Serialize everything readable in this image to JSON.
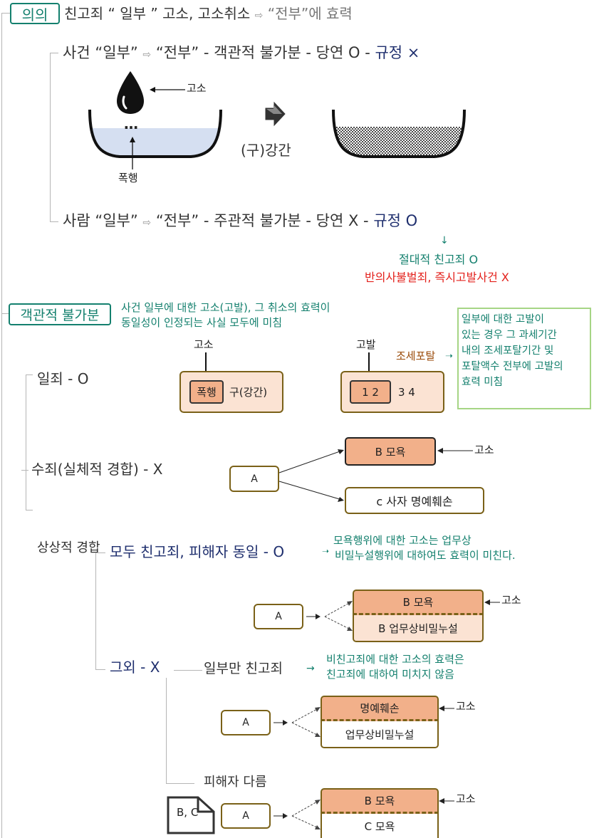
{
  "header": {
    "tag": "의의",
    "title_part1": "친고죄 “ 일부 ” 고소, 고소취소",
    "title_part2": "“전부”에 효력"
  },
  "section1": {
    "case_line_part1": "사건 “일부”",
    "case_line_part2": "“전부” - 객관적 불가분 - 당연 O -",
    "case_line_rule": "규정 ×",
    "drop_label": "고소",
    "dots": "…",
    "violence_label": "폭행",
    "robbery_label": "(구)강간",
    "person_line_part1": "사람 “일부”",
    "person_line_part2": "“전부” - 주관적 불가분 - 당연 X -",
    "person_line_rule": "규정 O",
    "absolute_note": "절대적 친고죄 O",
    "exception_note": "반의사불벌죄, 즉시고발사건 X"
  },
  "section2": {
    "tag": "객관적 불가분",
    "desc_line1": "사건 일부에 대한 고소(고발), 그 취소의 효력이",
    "desc_line2": "동일성이 인정되는 사실 모두에 미침",
    "single_crime": "일죄 - O",
    "box1_top": "고소",
    "box1_inner": "폭행",
    "box1_rest": "구(강간)",
    "box2_top": "고발",
    "box2_inner": "1 2",
    "box2_rest": "3 4",
    "tax_label": "조세포탈",
    "green_note": [
      "일부에 대한 고발이",
      "있는 경우 그 과세기간",
      "내의 조세포탈기간 및",
      "포탈액수 전부에 고발의",
      "효력 미침"
    ],
    "multi_crime": "수죄(실체적 경합) - X",
    "multi_A": "A",
    "multi_B": "B 모욕",
    "multi_C": "c 사자 명예훼손",
    "multi_complaint": "고소",
    "concur": "상상적 경합",
    "concur_all": "모두 친고죄, 피해자 동일 - O",
    "concur_all_note1": "모욕행위에 대한 고소는 업무상",
    "concur_all_note2": "비밀누설행위에 대하여도 효력이 미친다.",
    "c1_A": "A",
    "c1_top": "B 모욕",
    "c1_bottom": "B 업무상비밀누설",
    "c1_complaint": "고소",
    "other": "그외 - X",
    "partial": "일부만 친고죄",
    "partial_note1": "비친고죄에 대한 고소의 효력은",
    "partial_note2": "친고죄에 대하여 미치지 않음",
    "c2_A": "A",
    "c2_top": "명예훼손",
    "c2_bottom": "업무상비밀누설",
    "c2_complaint": "고소",
    "diff_victim": "피해자 다름",
    "doc_label": "B, C",
    "c3_A": "A",
    "c3_top": "B 모욕",
    "c3_bottom": "C 모욕",
    "c3_complaint": "고소"
  },
  "colors": {
    "navy": "#1f2f6e",
    "teal": "#14806e",
    "red": "#e3201b",
    "brown": "#9a4a08",
    "salmon": "#f2b08a",
    "peach": "#fbe3d3",
    "olive": "#7a6118",
    "green_border": "#a6d585"
  }
}
